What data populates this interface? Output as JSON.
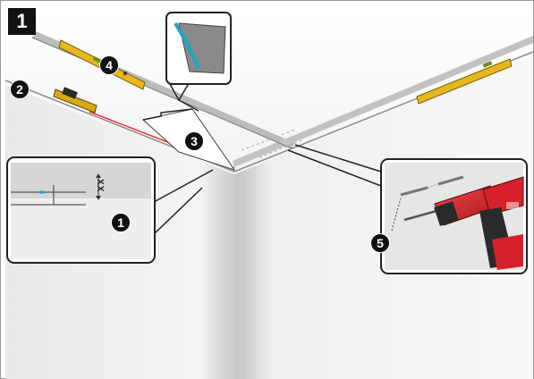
{
  "step": {
    "number": "1"
  },
  "markers": {
    "m1": "1",
    "m2": "2",
    "m3": "3",
    "m4": "4",
    "m5": "5"
  },
  "detail": {
    "dimension_label": "XX"
  },
  "colors": {
    "chalk_line": "#e03030",
    "level_body": "#e5b820",
    "drill_body": "#d8202b",
    "drill_grip": "#2a2a2a",
    "profile_accent": "#1aa6c8",
    "background": "#ffffff",
    "wall_shade": "#d6d6d6"
  },
  "icons": {
    "spirit_level": "spirit-level-icon",
    "laser_level": "laser-level-icon",
    "drill": "drill-icon",
    "screw": "screw-icon",
    "profile": "wall-angle-profile-icon"
  }
}
